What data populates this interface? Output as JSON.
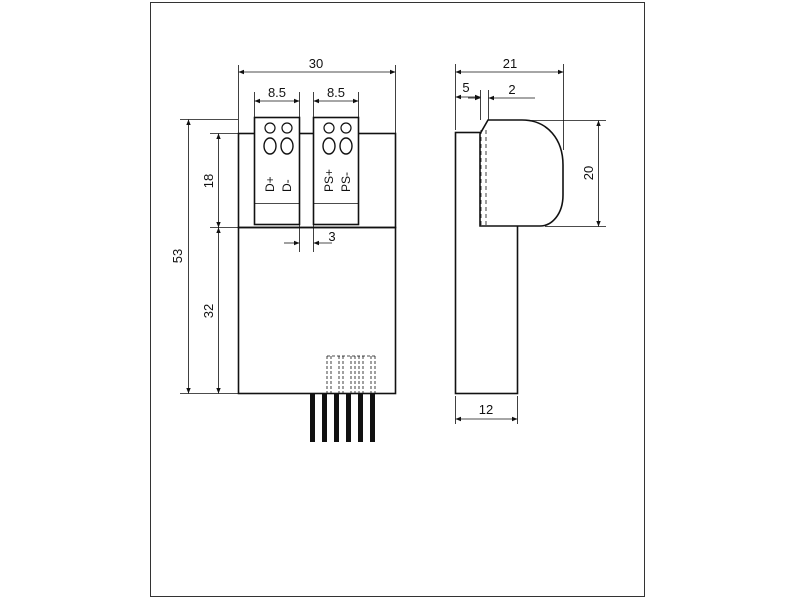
{
  "front_view": {
    "dims": {
      "overall_width": "30",
      "terminal_width_left": "8.5",
      "terminal_width_right": "8.5",
      "terminal_gap": "3",
      "overall_height": "53",
      "upper_height": "18",
      "lower_height": "32"
    },
    "terminal_labels": {
      "left": [
        "D+",
        "D-"
      ],
      "right": [
        "PS+",
        "PS-"
      ]
    }
  },
  "side_view": {
    "dims": {
      "overall_depth": "21",
      "offset_small": "5",
      "offset_step": "2",
      "cap_height": "20",
      "body_depth": "12"
    }
  },
  "colors": {
    "line": "#111111",
    "background": "#ffffff",
    "frame": "#333333"
  }
}
